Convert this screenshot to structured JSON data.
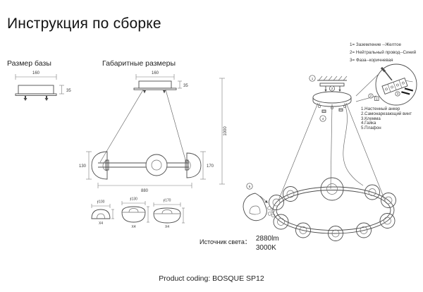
{
  "page": {
    "title": "Инструкция по сборке",
    "product_coding": "Product coding: BOSQUE SP12"
  },
  "base_size": {
    "label": "Размер базы",
    "width": "160",
    "height": "35"
  },
  "overall": {
    "label": "Габаритные размеры",
    "canopy_width": "160",
    "canopy_height": "35",
    "drop_height": "1000",
    "left_shade_height": "130",
    "right_fixture_height": "170",
    "fixture_width": "880",
    "shades": [
      {
        "diameter": "∮100",
        "count": "X4"
      },
      {
        "diameter": "∮130",
        "count": "X4"
      },
      {
        "diameter": "∮170",
        "count": "X4"
      }
    ]
  },
  "wiring_legend": {
    "lines": [
      "1= Заземление --Желтое",
      "2= Нейтральный провод--Синий",
      "3= Фаза--коричневая"
    ]
  },
  "parts_list": {
    "lines": [
      "1.Настенный анкер",
      "2.Самонарезающий винт",
      "3.Клемма",
      "4.Гайка",
      "5.Плафон"
    ]
  },
  "light_source": {
    "label": "Источник света：",
    "lumens": "2880lm",
    "color_temp": "3000K"
  },
  "callouts": {
    "n1": "1",
    "n2": "2",
    "n3": "3",
    "n4": "4",
    "n5": "5"
  }
}
